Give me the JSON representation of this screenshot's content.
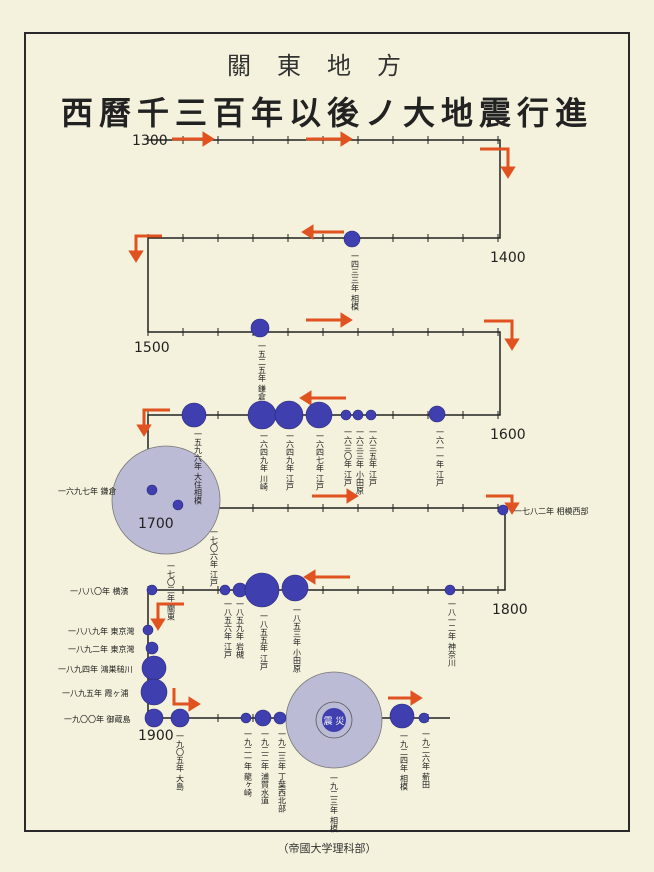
{
  "header": {
    "region": "關東地方",
    "title": "西曆千三百年以後ノ大地震行進"
  },
  "footer": {
    "source": "（帝國大学理科部）"
  },
  "year_marks": [
    "1300",
    "1400",
    "1500",
    "1600",
    "1700",
    "1800",
    "1900"
  ],
  "events": [
    {
      "id": "e1433",
      "label": "一四三三年 相模"
    },
    {
      "id": "e1525",
      "label": "一五二五年 鎌倉"
    },
    {
      "id": "e1596",
      "label": "一五九六年 大住相模"
    },
    {
      "id": "e1649",
      "label": "一六四九年 川崎"
    },
    {
      "id": "e1649b",
      "label": "一六四九年 江戸"
    },
    {
      "id": "e1647",
      "label": "一六四七年 江戸"
    },
    {
      "id": "e1630",
      "label": "一六三〇年 江戸"
    },
    {
      "id": "e1633",
      "label": "一六三三年 小田原"
    },
    {
      "id": "e1635",
      "label": "一六三五年 江戸"
    },
    {
      "id": "e1611",
      "label": "一六一一年 江戸"
    },
    {
      "id": "e1697",
      "label": "一六九七年 鎌倉"
    },
    {
      "id": "e1703",
      "label": "一七〇三年 關東"
    },
    {
      "id": "e1706",
      "label": "一七〇六年 江戸"
    },
    {
      "id": "e1782",
      "label": "一七八二年 相模西部"
    },
    {
      "id": "e1880",
      "label": "一八八〇年 横濱"
    },
    {
      "id": "e1812",
      "label": "一八一二年 神奈川"
    },
    {
      "id": "e1856",
      "label": "一八五六年 江戸"
    },
    {
      "id": "e1859",
      "label": "一八五九年 岩槻"
    },
    {
      "id": "e1855",
      "label": "一八五五年 江戸"
    },
    {
      "id": "e1853",
      "label": "一八五三年 小田原"
    },
    {
      "id": "e1889",
      "label": "一八八九年 東京灣"
    },
    {
      "id": "e1892",
      "label": "一八九二年 東京灣"
    },
    {
      "id": "e1894",
      "label": "一八九四年 鴻巣槌川"
    },
    {
      "id": "e1895",
      "label": "一八九五年 霞ヶ浦"
    },
    {
      "id": "e1900",
      "label": "一九〇〇年 御蔵島"
    },
    {
      "id": "e1905",
      "label": "一九〇五年 大島"
    },
    {
      "id": "e1921",
      "label": "一九二一年 龍ヶ崎"
    },
    {
      "id": "e1922",
      "label": "一九二二年 浦賀水道"
    },
    {
      "id": "e1923a",
      "label": "一九二三年 丁葉西北部"
    },
    {
      "id": "e1923",
      "label": "一九二三年 相模"
    },
    {
      "id": "e1924",
      "label": "一九二四年 相模"
    },
    {
      "id": "e1926",
      "label": "一九二六年 薪田"
    }
  ],
  "big_quake_glyph": "震 災",
  "colors": {
    "quake": "#3f3fb0",
    "zone": "#b9b8d3",
    "arrow": "#e0521f",
    "line": "#222"
  }
}
